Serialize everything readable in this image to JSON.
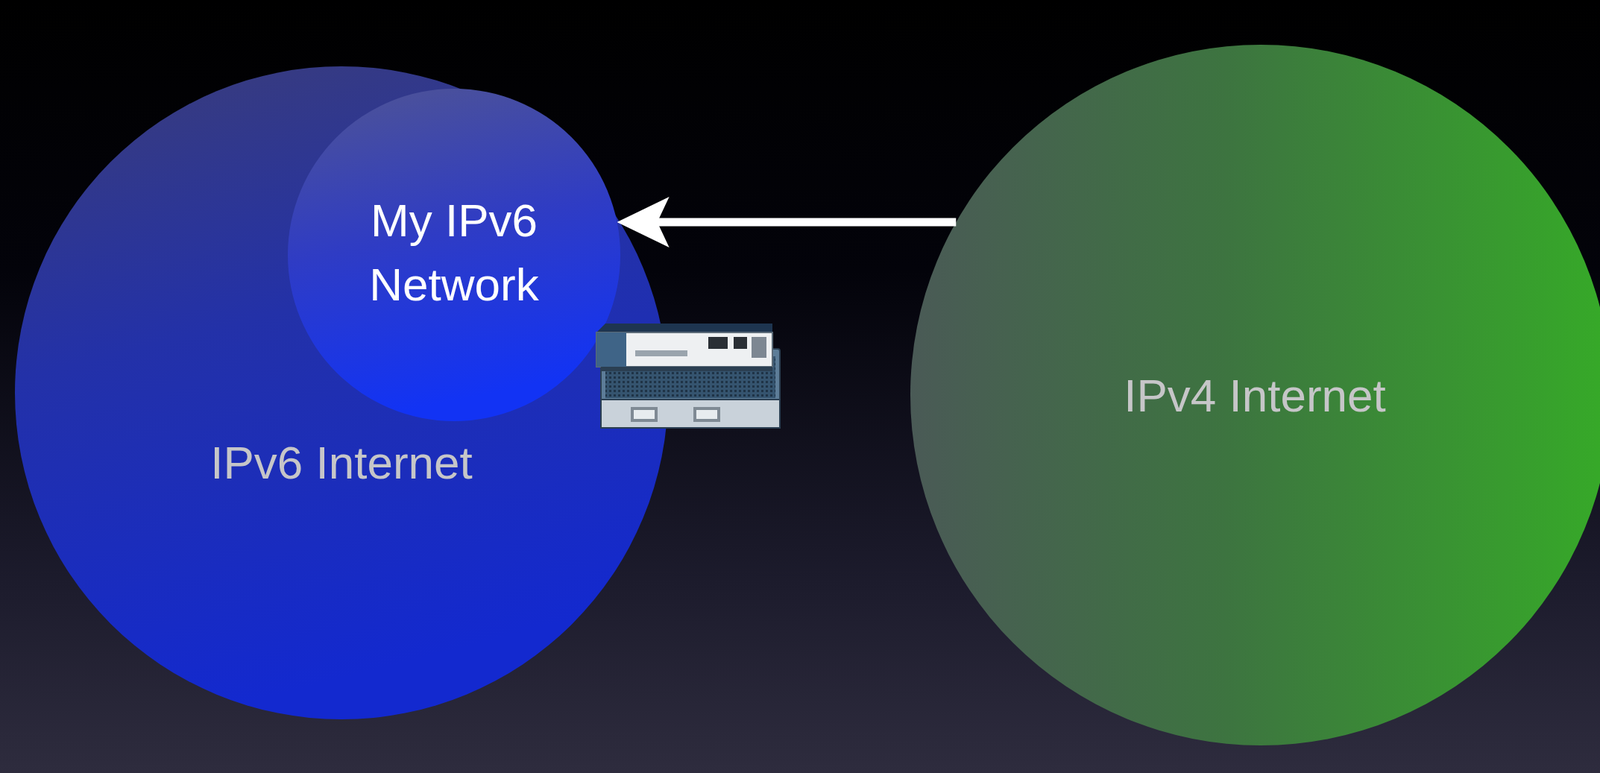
{
  "diagram": {
    "nodes": [
      {
        "text": [
          "IPv6 Internet"
        ]
      },
      {
        "text": [
          "My IPv6 Network"
        ],
        "in": 0
      },
      {
        "text": [
          "IPv4 Internet"
        ]
      }
    ],
    "edges": [
      {
        "from": 2,
        "to": 1,
        "arrow": "to"
      }
    ]
  }
}
